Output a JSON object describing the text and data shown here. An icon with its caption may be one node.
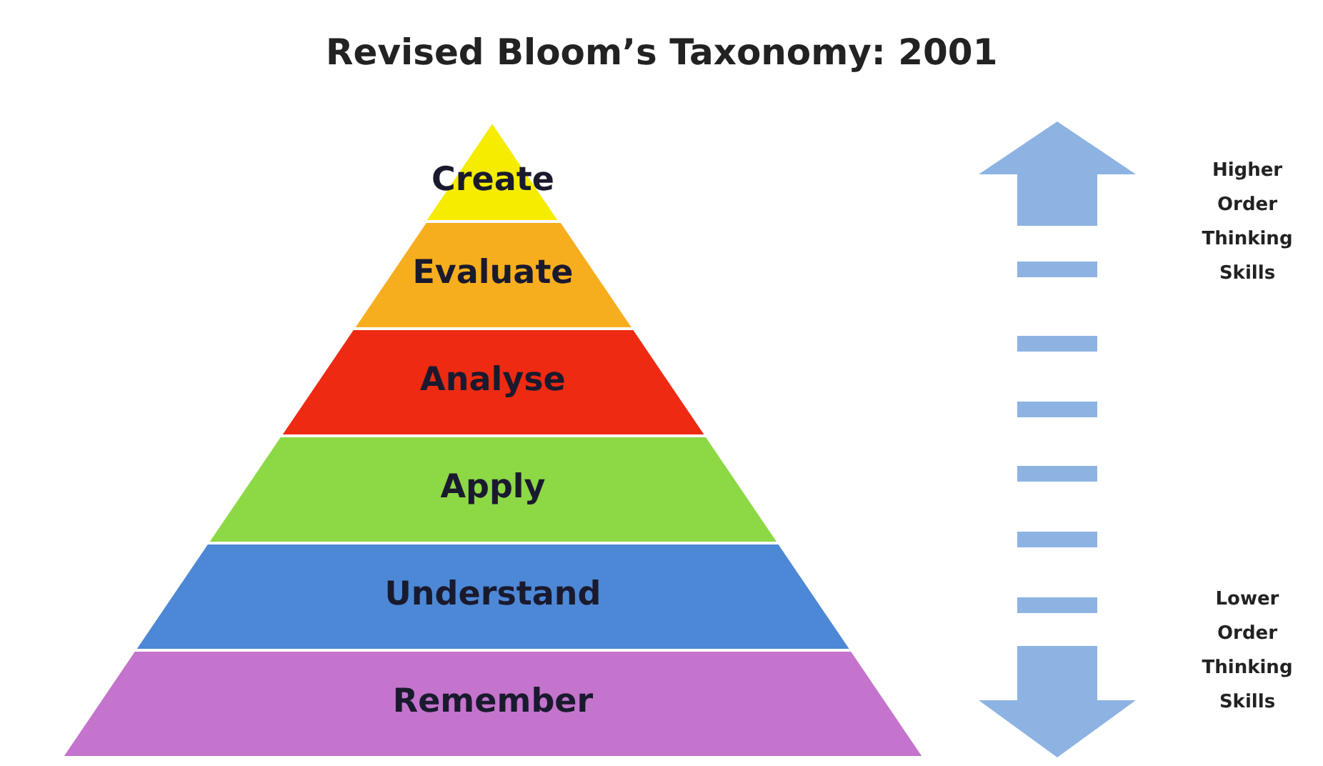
{
  "diagram": {
    "title": "Revised Bloom’s Taxonomy: 2001",
    "nodes": [
      {
        "text": [
          "Create"
        ]
      },
      {
        "text": [
          "Evaluate"
        ]
      },
      {
        "text": [
          "Analyse"
        ]
      },
      {
        "text": [
          "Apply"
        ]
      },
      {
        "text": [
          "Understand"
        ]
      },
      {
        "text": [
          "Remember"
        ]
      }
    ],
    "labels": [
      "Higher Order Thinking Skills",
      "Lower Order Thinking Skills"
    ]
  }
}
